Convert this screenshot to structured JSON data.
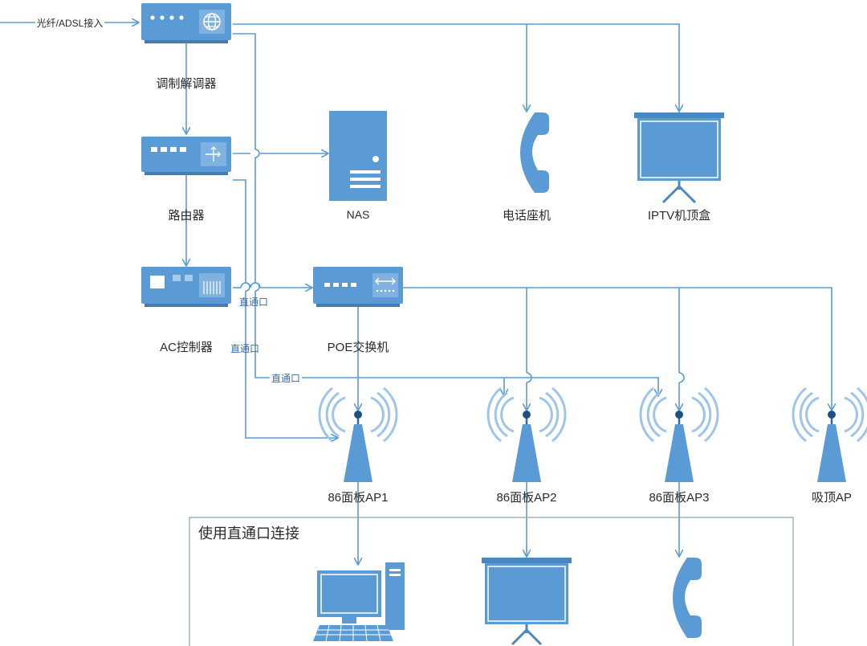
{
  "input_label": "光纤/ADSL接入",
  "devices": {
    "modem": "调制解调器",
    "router": "路由器",
    "ac": "AC控制器",
    "nas": "NAS",
    "phone": "电话座机",
    "iptv": "IPTV机顶盒",
    "poe": "POE交换机",
    "ap1": "86面板AP1",
    "ap2": "86面板AP2",
    "ap3": "86面板AP3",
    "ceiling_ap": "吸顶AP"
  },
  "port_labels": {
    "direct1": "直通口",
    "direct2": "直通口",
    "direct3": "直通口"
  },
  "group_label": "使用直通口连接",
  "colors": {
    "device": "#5b9bd5",
    "wire": "#5b9bd5",
    "border": "#8aa2b8"
  }
}
